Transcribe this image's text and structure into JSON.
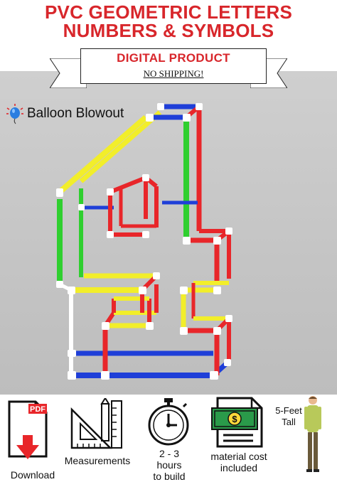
{
  "header": {
    "line1": "PVC GEOMETRIC LETTERS",
    "line2": "NUMBERS & SYMBOLS"
  },
  "ribbon": {
    "title": "DIGITAL PRODUCT",
    "subtitle": "NO SHIPPING!"
  },
  "brand": {
    "name": "Balloon Blowout"
  },
  "features": {
    "pdf_badge": "PDF",
    "download": "Download",
    "measurements": "Measurements",
    "build_time": [
      "2 - 3",
      "hours",
      "to build"
    ],
    "material_cost": [
      "material cost",
      "included"
    ],
    "height": [
      "5-Feet",
      "Tall"
    ]
  },
  "colors": {
    "headline": "#d8262b",
    "pipe_red": "#e8262a",
    "pipe_blue": "#1f3fd8",
    "pipe_green": "#2fcf2f",
    "pipe_yellow": "#f2ee2a",
    "money_green": "#2a9a4a"
  }
}
